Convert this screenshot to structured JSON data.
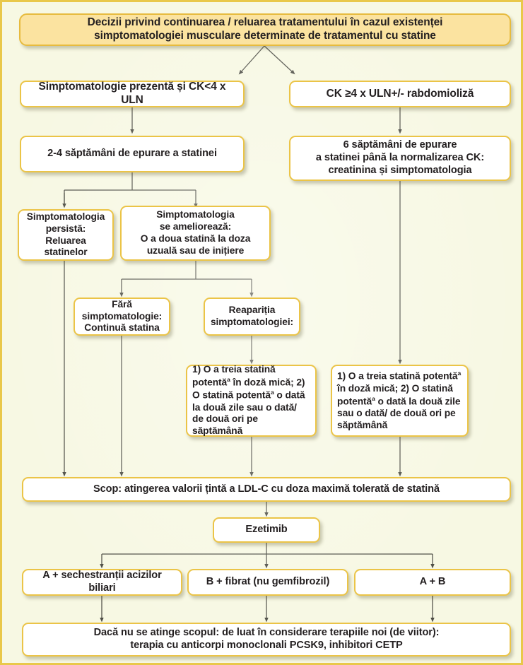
{
  "diagram": {
    "title": "Decizii privind continuarea / reluarea tratamentului în cazul existenței simptomatologiei musculare determinate de tratamentul cu statine",
    "title_line1": "Decizii privind continuarea / reluarea tratamentului în cazul existenței",
    "title_line2": "simptomatologiei musculare determinate de tratamentul cu statine",
    "colors": {
      "page_background": "#f7f8e3",
      "page_border": "#e9c84a",
      "box_border": "#ebc447",
      "box_fill": "#ffffff",
      "title_fill": "#fbe3a0",
      "text": "#231f20",
      "connector": "#5c5c52"
    },
    "nodes": {
      "branch_left": "Simptomatologie prezentă și CK<4 x ULN",
      "branch_right": "CK ≥4 x ULN+/- rabdomioliză",
      "washout_left": "2-4 săptămâni de epurare a statinei",
      "washout_right_line1": "6 săptămâni de epurare",
      "washout_right_line2": "a statinei până la normalizarea CK:",
      "washout_right_line3": "creatinina și simptomatologia",
      "persists_line1": "Simptomatologia",
      "persists_line2": "persistă:",
      "persists_line3": "Reluarea statinelor",
      "improves_line1": "Simptomatologia",
      "improves_line2": "se ameliorează:",
      "improves_line3": "O a doua statină la doza",
      "improves_line4": "uzuală sau de inițiere",
      "nosympt_line1": "Fără",
      "nosympt_line2": "simptomatologie:",
      "nosympt_line3": "Continuă statina",
      "recurrence_line1": "Reapariția",
      "recurrence_line2": "simptomatologiei:",
      "third_statin_a_item1_a": "1) O a treia statină",
      "third_statin_a_item1_b": " în doză mică;",
      "third_statin_a_item1_mid": "potentă",
      "third_statin_a_item2_a": "2) O statină ",
      "third_statin_a_item2_mid": "potentă",
      "third_statin_a_item2_b": " o dată la două zile sau o dată/ de două ori pe săptămână",
      "third_statin_b_item1_a": "1) O a treia statină ",
      "third_statin_b_item1_mid": "potentă",
      "third_statin_b_item1_b": " în doză mică;",
      "third_statin_b_item2_a": "2) O statină ",
      "third_statin_b_item2_mid": "potentă",
      "third_statin_b_item2_b": " o dată la două zile sau o dată/ de două ori pe săptămână",
      "superscript_marker": "a",
      "goal": "Scop: atingerea valorii țintă a LDL-C cu doza maximă tolerată de statină",
      "ezetimib": "Ezetimib",
      "combo_a": "A + sechestranții acizilor biliari",
      "combo_b": "B + fibrat (nu gemfibrozil)",
      "combo_ab": "A + B",
      "future_line1": "Dacă nu se atinge scopul: de luat în considerare terapiile noi (de viitor):",
      "future_line2": "terapia cu anticorpi monoclonali PCSK9, inhibitori CETP"
    }
  }
}
